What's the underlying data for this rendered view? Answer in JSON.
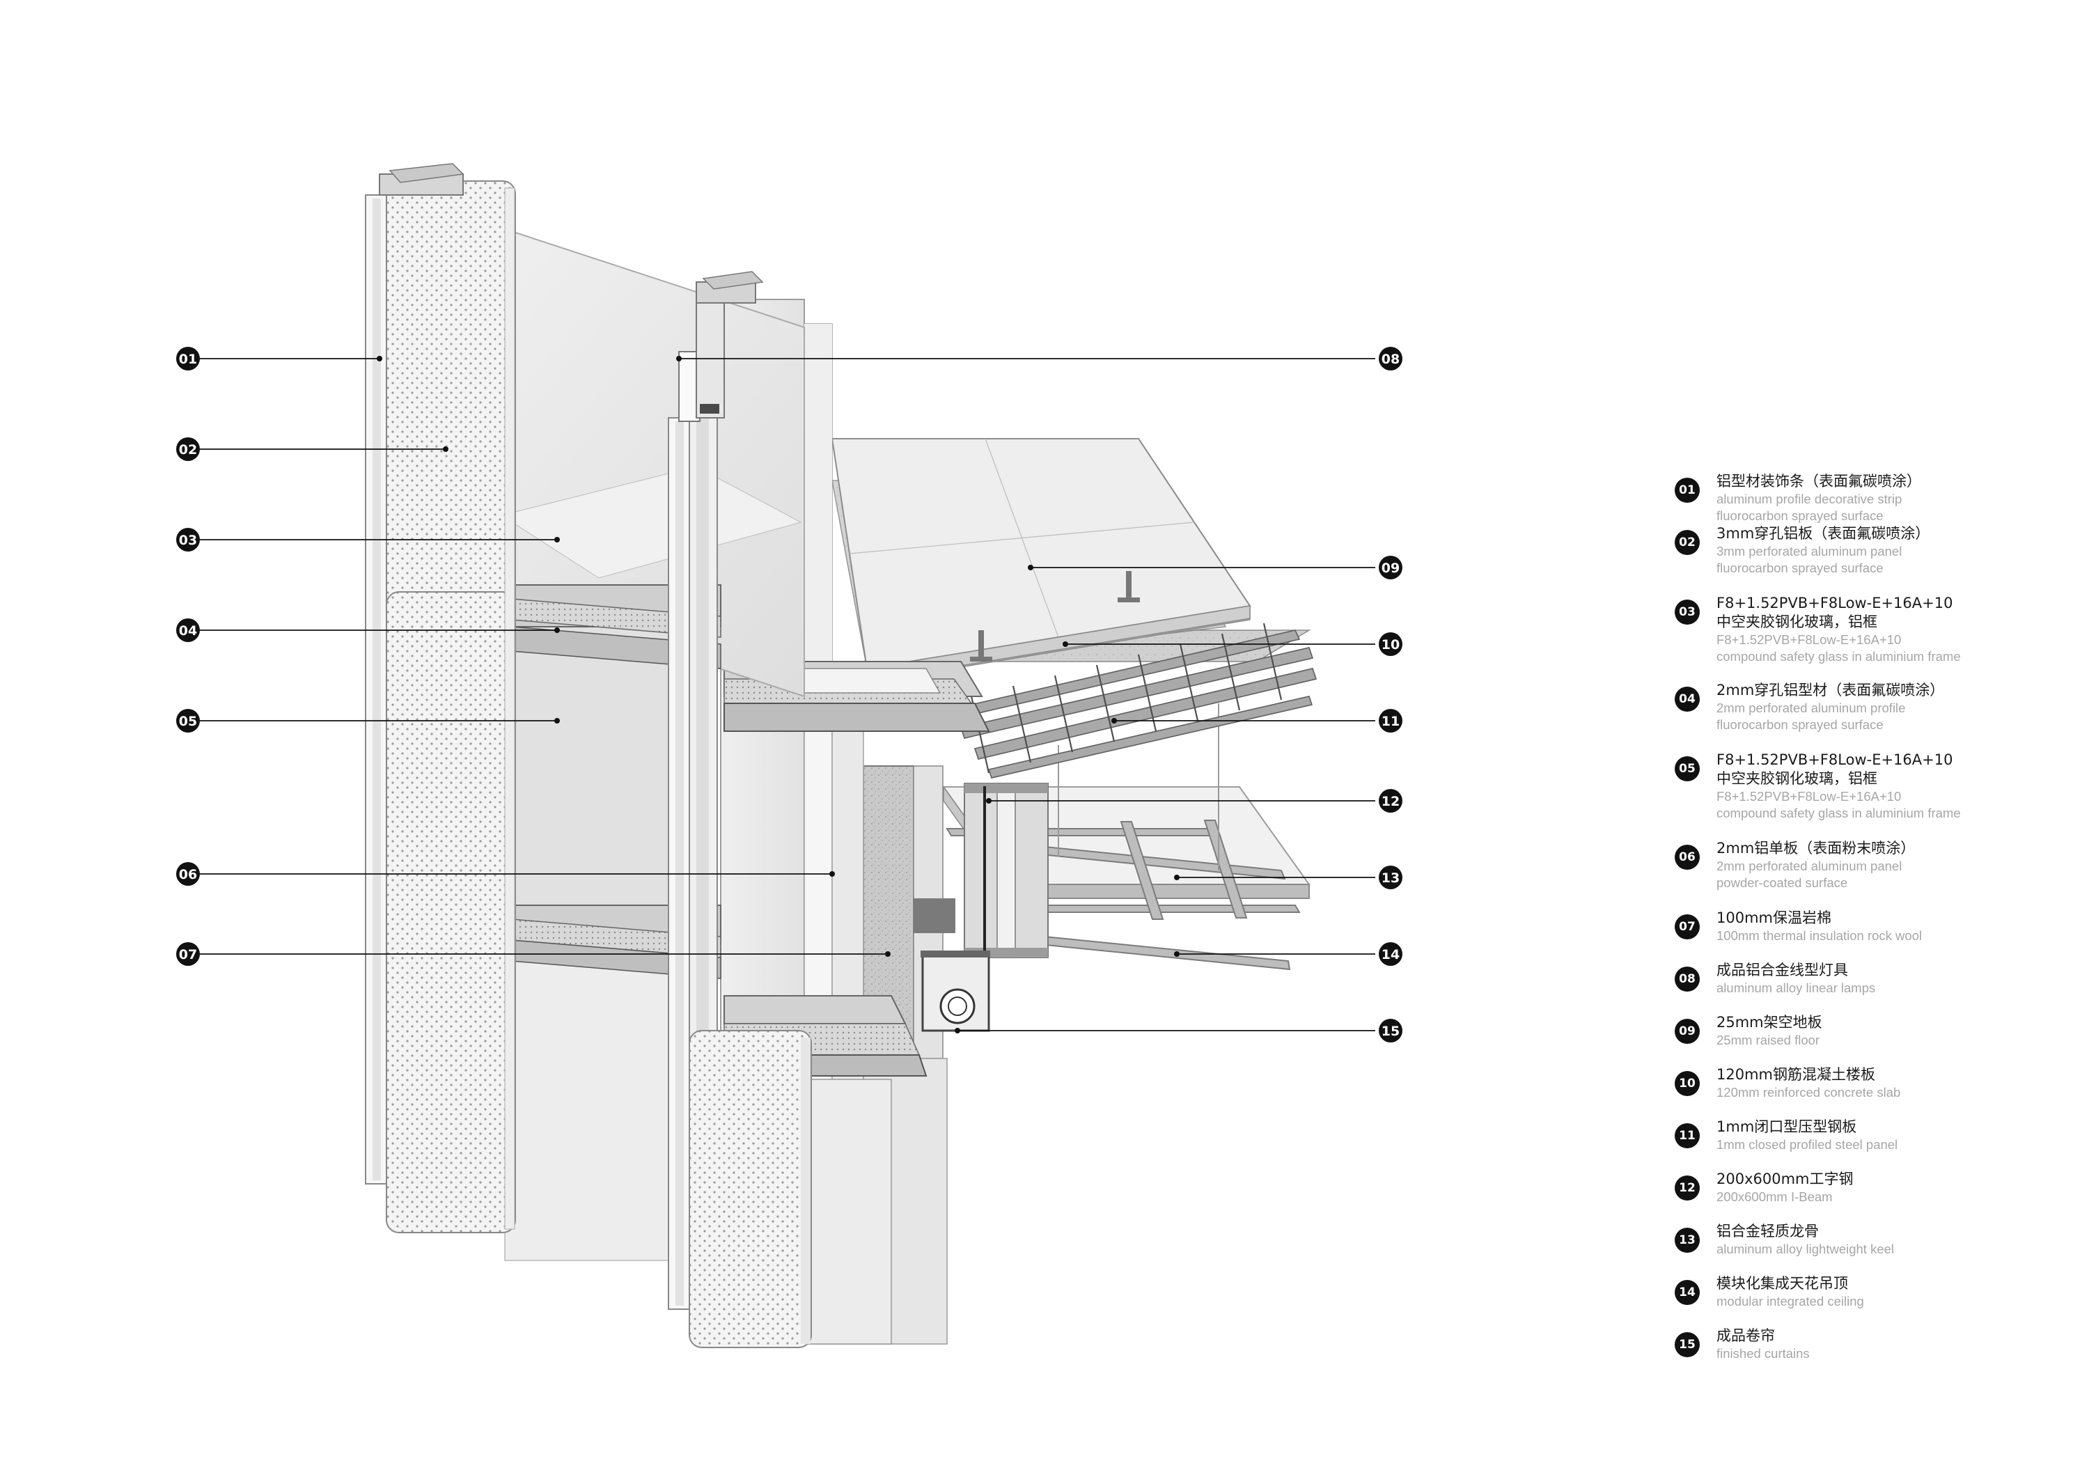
{
  "callouts_left": [
    "01",
    "02",
    "03",
    "04",
    "05",
    "06",
    "07"
  ],
  "callouts_right": [
    "08",
    "09",
    "10",
    "11",
    "12",
    "13",
    "14",
    "15"
  ],
  "legend": [
    {
      "num": "01",
      "zh": "铝型材装饰条（表面氟碳喷涂）",
      "en": [
        "aluminum profile decorative strip",
        "fluorocarbon sprayed surface"
      ]
    },
    {
      "num": "02",
      "zh": "3mm穿孔铝板（表面氟碳喷涂）",
      "en": [
        "3mm perforated aluminum panel",
        "fluorocarbon sprayed surface"
      ]
    },
    {
      "num": "03",
      "zh": "F8+1.52PVB+F8Low-E+16A+10",
      "zh2": "中空夹胶钢化玻璃，铝框",
      "en": [
        "F8+1.52PVB+F8Low-E+16A+10",
        "compound safety glass in aluminium frame"
      ]
    },
    {
      "num": "04",
      "zh": "2mm穿孔铝型材（表面氟碳喷涂）",
      "en": [
        "2mm perforated aluminum profile",
        "fluorocarbon sprayed surface"
      ]
    },
    {
      "num": "05",
      "zh": "F8+1.52PVB+F8Low-E+16A+10",
      "zh2": "中空夹胶钢化玻璃，铝框",
      "en": [
        "F8+1.52PVB+F8Low-E+16A+10",
        "compound safety glass in aluminium frame"
      ]
    },
    {
      "num": "06",
      "zh": "2mm铝单板（表面粉末喷涂）",
      "en": [
        "2mm perforated aluminum panel",
        "powder-coated surface"
      ]
    },
    {
      "num": "07",
      "zh": "100mm保温岩棉",
      "en": [
        "100mm thermal insulation rock wool"
      ]
    },
    {
      "num": "08",
      "zh": "成品铝合金线型灯具",
      "en": [
        "aluminum alloy linear lamps"
      ]
    },
    {
      "num": "09",
      "zh": "25mm架空地板",
      "en": [
        "25mm raised floor"
      ]
    },
    {
      "num": "10",
      "zh": "120mm钢筋混凝土楼板",
      "en": [
        "120mm reinforced concrete slab"
      ]
    },
    {
      "num": "11",
      "zh": "1mm闭口型压型钢板",
      "en": [
        "1mm closed profiled steel panel"
      ]
    },
    {
      "num": "12",
      "zh": "200x600mm工字钢",
      "en": [
        "200x600mm I-Beam"
      ]
    },
    {
      "num": "13",
      "zh": "铝合金轻质龙骨",
      "en": [
        "aluminum alloy lightweight keel"
      ]
    },
    {
      "num": "14",
      "zh": "模块化集成天花吊顶",
      "en": [
        "modular integrated ceiling"
      ]
    },
    {
      "num": "15",
      "zh": "成品卷帘",
      "en": [
        "finished curtains"
      ]
    }
  ]
}
